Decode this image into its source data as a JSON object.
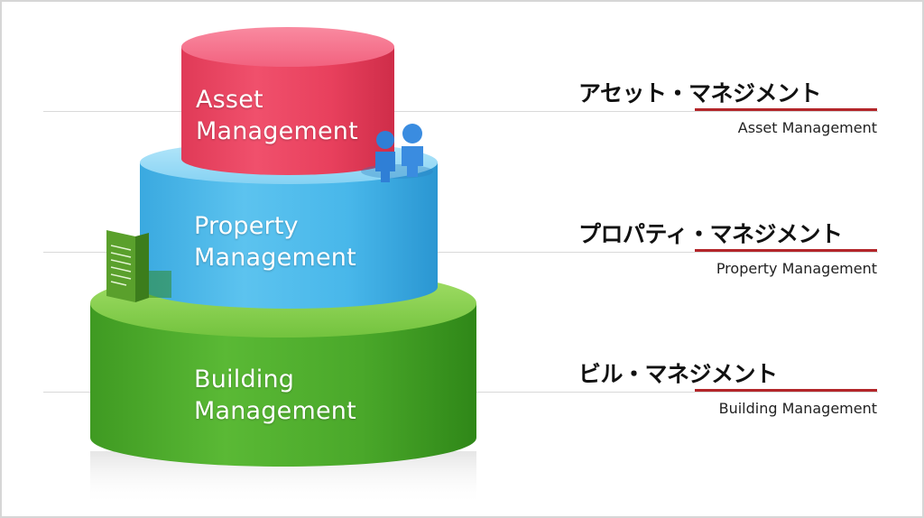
{
  "diagram": {
    "tiers": [
      {
        "id": "asset",
        "line1": "Asset",
        "line2": "Management",
        "color_top": "#f3587a",
        "color_side": "#e8374f"
      },
      {
        "id": "property",
        "line1": "Property",
        "line2": "Management",
        "color_top": "#8fd8f5",
        "color_side": "#3fb2e8"
      },
      {
        "id": "building",
        "line1": "Building",
        "line2": "Management",
        "color_top": "#8ed34a",
        "color_side": "#4fa42a"
      }
    ],
    "labels": [
      {
        "jp": "アセット・マネジメント",
        "en": "Asset Management"
      },
      {
        "jp": "プロパティ・マネジメント",
        "en": "Property Management"
      },
      {
        "jp": "ビル・マネジメント",
        "en": "Building Management"
      }
    ],
    "colors": {
      "accent_line": "#b3262a",
      "people_icon": "#2f7fd6",
      "document_icon": "#5aa02c"
    }
  }
}
